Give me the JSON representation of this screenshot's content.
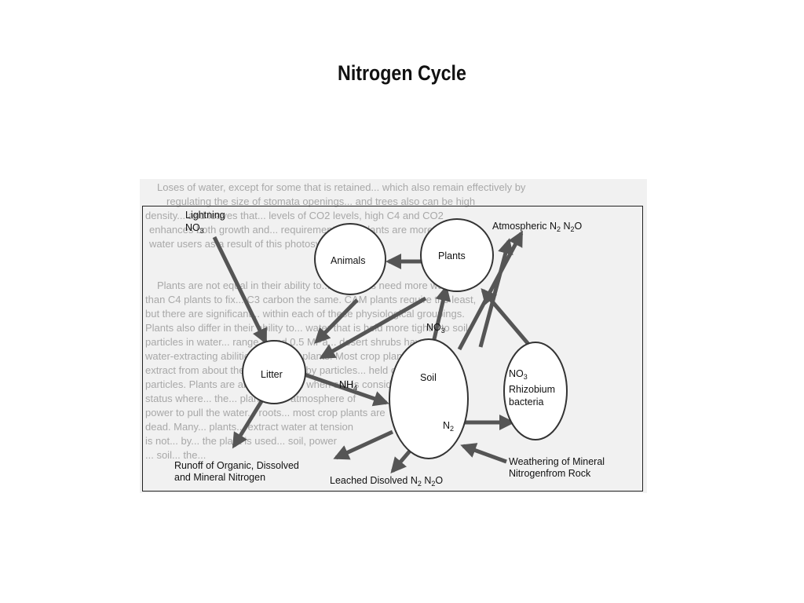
{
  "slide": {
    "title": "Nitrogen Cycle"
  },
  "diagram": {
    "nodes": {
      "animals": "Animals",
      "plants": "Plants",
      "litter": "Litter",
      "soil": "Soil",
      "rhizobium_line1": "Rhizobium",
      "rhizobium_line2": "bacteria"
    },
    "labels": {
      "lightning_line1": "Lightning",
      "lightning_formula": "NO3",
      "atmospheric": "Atmospheric N2  N2O",
      "no3_soil": "NO3",
      "no3_rhizobium": "NO3",
      "nh4": "NH4",
      "n2": "N2",
      "runoff_line1": "Runoff of Organic, Dissolved",
      "runoff_line2": "and Mineral Nitrogen",
      "leached": "Leached Disolved N2  N2O",
      "weathering_line1": "Weathering of Mineral",
      "weathering_line2": "Nitrogenfrom Rock"
    },
    "background_text": [
      "Loses of water, except for some that is retained... which also remain effectively by",
      "regulating the size of stomata openings... and trees also can be high",
      "density... and leaves that... levels of CO2 levels, high C4 and CO2",
      "enhances both growth and... requirements. C4 plants are more efficient",
      "water users as a result of this photosynthetic...",
      "Plants are not equal in their ability to... C4 plants need more water",
      "than C4 plants to fix... C3 carbon the same. CAM plants require the least,",
      "but there are significant... within each of these physiological groupings.",
      "Plants also differ in their ability to... water that is held more tightly to soil",
      "particles in water... range 0 and 0.5 MPa... desert shrubs have",
      "water-extracting abilities... of most plants. Most crop plants",
      "extract from about the same... held by particles... held on soil",
      "particles. Plants are able to... soil... when soil is considered the water",
      "status where... the... plant... the atmosphere of",
      "power to pull the water... roots... most crop plants are",
      "dead. Many... plants... extract water at tension",
      "is not... by... the plant is used... soil, power",
      "... soil... the..."
    ]
  }
}
